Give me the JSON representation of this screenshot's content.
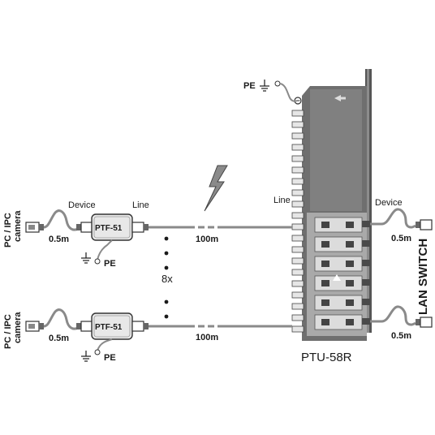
{
  "colors": {
    "cable": "#8a8a8a",
    "panel": "#6f6f6f",
    "panel_inner": "#a9a9a9",
    "module": "#dcdcdc",
    "text": "#1a1a1a"
  },
  "labels": {
    "pe_top": "PE",
    "line_panel": "Line",
    "device_right": "Device",
    "lan_switch": "LAN SWITCH",
    "model": "PTU-58R",
    "count": "8x"
  },
  "top_row": {
    "camera": [
      "PC / IPC",
      "camera"
    ],
    "cable_left": "0.5m",
    "device": "Device",
    "line": "Line",
    "protector": "PTF-51",
    "pe": "PE",
    "cable_long": "100m",
    "cable_right": "0.5m"
  },
  "bottom_row": {
    "camera": [
      "PC / IPC",
      "camera"
    ],
    "cable_left": "0.5m",
    "protector": "PTF-51",
    "pe": "PE",
    "cable_long": "100m",
    "cable_right": "0.5m"
  },
  "icons": [
    "lightning-icon",
    "ground-icon",
    "rj45-plug-icon"
  ]
}
